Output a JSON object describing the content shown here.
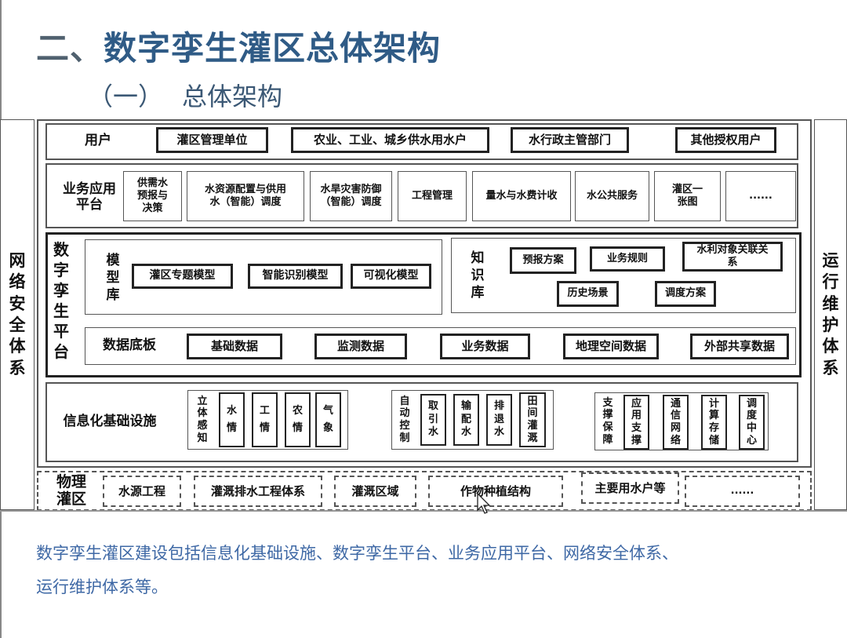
{
  "title": {
    "prefix": "二、",
    "main": "数字孪生灌区总体架构",
    "sub_num": "（一）",
    "sub": "总体架构"
  },
  "side": {
    "left": "网络安全体系",
    "right": "运行维护体系"
  },
  "users": {
    "label": "用户",
    "items": [
      "灌区管理单位",
      "农业、工业、城乡供水用水户",
      "水行政主管部门",
      "其他授权用户"
    ]
  },
  "business": {
    "label": "业务应用平台",
    "items": [
      "供需水预报与决策",
      "水资源配置与供用水（智能）调度",
      "水旱灾害防御（智能）调度",
      "工程管理",
      "量水与水费计收",
      "水公共服务",
      "灌区一张图",
      "......"
    ]
  },
  "twin": {
    "label": "数字孪生平台",
    "model": {
      "label": "模型库",
      "items": [
        "灌区专题模型",
        "智能识别模型",
        "可视化模型"
      ]
    },
    "knowledge": {
      "label": "知识库",
      "items": [
        "预报方案",
        "业务规则",
        "水利对象关联关系",
        "历史场景",
        "调度方案"
      ]
    },
    "data": {
      "label": "数据底板",
      "items": [
        "基础数据",
        "监测数据",
        "业务数据",
        "地理空间数据",
        "外部共享数据"
      ]
    }
  },
  "infra": {
    "label": "信息化基础设施",
    "groups": [
      {
        "label": "立体感知",
        "items": [
          "水情",
          "工情",
          "农情",
          "气象"
        ]
      },
      {
        "label": "自动控制",
        "items": [
          "取引水",
          "输配水",
          "排退水",
          "田间灌溉"
        ]
      },
      {
        "label": "支撑保障",
        "items": [
          "应用支撑",
          "通信网络",
          "计算存储",
          "调度中心"
        ]
      }
    ]
  },
  "physical": {
    "label": "物理灌区",
    "items": [
      "水源工程",
      "灌溉排水工程体系",
      "灌溉区域",
      "作物种植结构",
      "主要用水户等",
      "......"
    ]
  },
  "caption": {
    "line1": "数字孪生灌区建设包括信息化基础设施、数字孪生平台、业务应用平台、网络安全体系、",
    "line2": "运行维护体系等。"
  }
}
